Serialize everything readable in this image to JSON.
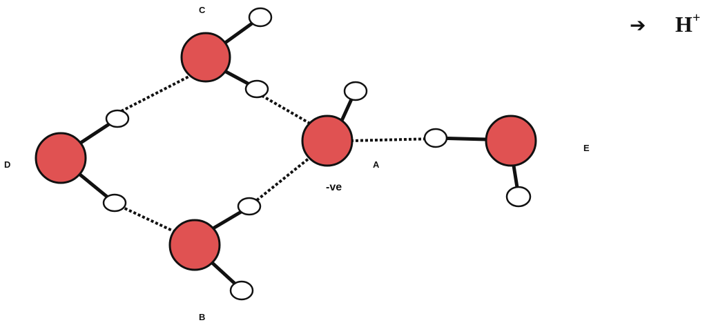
{
  "labels": {
    "A": "A",
    "B": "B",
    "C": "C",
    "D": "D",
    "E": "E",
    "charge": "-ve",
    "proton": "H",
    "proton_charge": "+",
    "arrow": "➔"
  },
  "colors": {
    "oxygen": "#e05252",
    "hydrogen": "#ffffff",
    "line": "#111111"
  }
}
